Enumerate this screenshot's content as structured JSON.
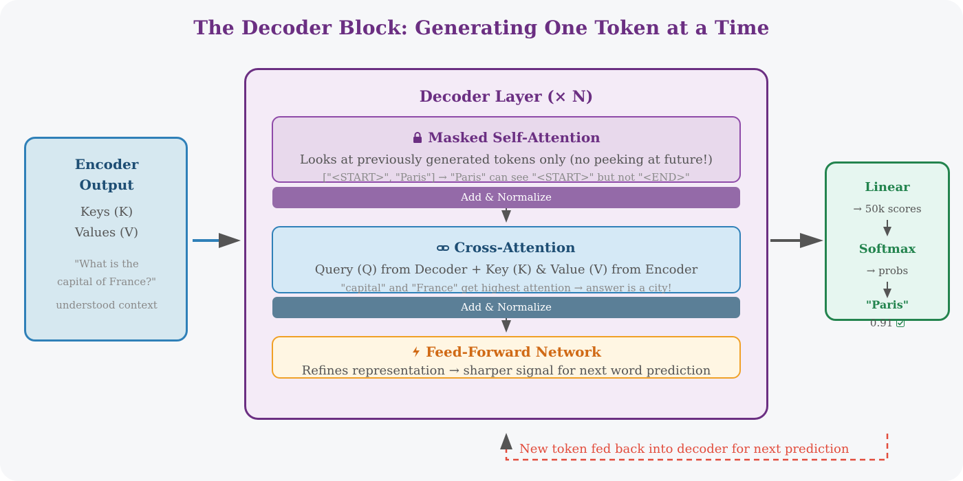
{
  "title": "The Decoder Block: Generating One Token at a Time",
  "encoder": {
    "title_line1": "Encoder",
    "title_line2": "Output",
    "keys": "Keys (K)",
    "values": "Values (V)",
    "question_line1": "\"What is the",
    "question_line2": "capital of France?\"",
    "context": "understood context"
  },
  "decoder": {
    "title": "Decoder Layer (× N)",
    "masked_attention": {
      "icon": "lock-icon",
      "title": "Masked Self-Attention",
      "description": "Looks at previously generated tokens only (no peeking at future!)",
      "example": "[\"<START>\", \"Paris\"] → \"Paris\" can see \"<START>\" but not \"<END>\""
    },
    "add_norm_1": "Add & Normalize",
    "cross_attention": {
      "icon": "link-icon",
      "title": "Cross-Attention",
      "description": "Query (Q) from Decoder + Key (K) & Value (V) from Encoder",
      "example": "\"capital\" and \"France\" get highest attention → answer is a city!"
    },
    "add_norm_2": "Add & Normalize",
    "feed_forward": {
      "icon": "lightning-icon",
      "title": "Feed-Forward Network",
      "description": "Refines representation → sharper signal for next word prediction"
    }
  },
  "output": {
    "linear": "Linear",
    "scores": "→ 50k scores",
    "softmax": "Softmax",
    "probs": "→ probs",
    "token": "\"Paris\"",
    "probability": "0.91",
    "check_icon": "check-icon"
  },
  "feedback_label": "New token fed back into decoder for next prediction",
  "colors": {
    "title": "#6b2f82",
    "encoder_border": "#2f80b8",
    "decoder_border": "#6b2f82",
    "masked_border": "#8e4aa8",
    "ffn_border": "#f0a026",
    "output_border": "#23844e",
    "feedback": "#e24c3c",
    "arrow": "#555555"
  }
}
